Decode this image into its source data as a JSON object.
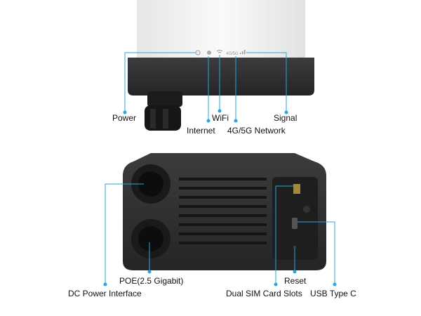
{
  "top_device": {
    "led_text_4g5g": "4G/5G",
    "callouts": {
      "power": "Power",
      "internet": "Internet",
      "wifi": "WiFi",
      "network": "4G/5G Network",
      "signal": "Signal"
    }
  },
  "bottom_device": {
    "callouts": {
      "dc_power": "DC Power Interface",
      "poe": "POE(2.5 Gigabit)",
      "sim": "Dual SIM Card Slots",
      "reset": "Reset",
      "usb": "USB Type C"
    }
  },
  "colors": {
    "callout": "#2aa6de",
    "device_dark": "#2d2f31",
    "device_white": "#f2f2f2"
  }
}
